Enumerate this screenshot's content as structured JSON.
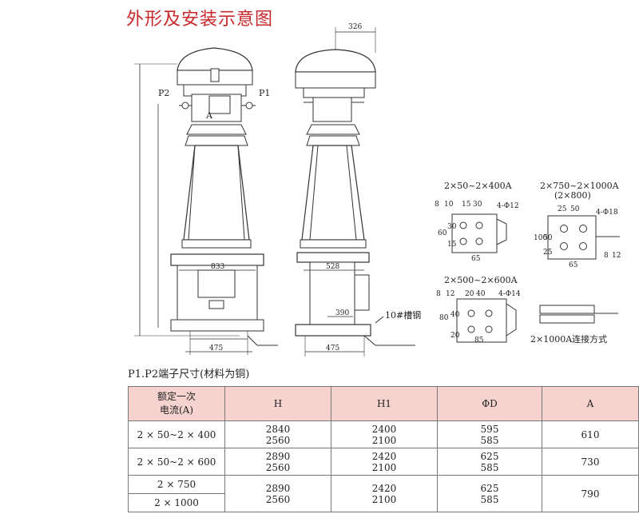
{
  "title": "外形及安装示意图",
  "drawing": {
    "front_labels": {
      "p2": "P2",
      "p1": "P1",
      "a": "A"
    },
    "dims": {
      "w326": "326",
      "w833": "833",
      "w528": "528",
      "w390": "390",
      "w475a": "475",
      "w475b": "475"
    },
    "channel_label": "10#槽钢",
    "term1": {
      "title": "2×50~2×400A",
      "d": [
        "8",
        "10",
        "15",
        "30",
        "60",
        "30",
        "15",
        "65"
      ],
      "hole": "4-Φ12"
    },
    "term2": {
      "title": "2×750~2×1000A",
      "sub": "(2×800)",
      "d": [
        "25",
        "50",
        "100",
        "50",
        "25",
        "65",
        "8",
        "12"
      ],
      "hole": "4-Φ18"
    },
    "term3": {
      "title": "2×500~2×600A",
      "d": [
        "8",
        "12",
        "20",
        "40",
        "80",
        "40",
        "20",
        "85"
      ],
      "hole": "4-Φ14"
    },
    "connect_label": "2×1000A连接方式"
  },
  "table": {
    "caption": "P1.P2端子尺寸(材料为铜)",
    "headers": {
      "rated_line1": "额定一次",
      "rated_line2": "电流(A)",
      "h": "H",
      "h1": "H1",
      "d": "ΦD",
      "a": "A"
    },
    "rows": [
      {
        "rated": "2 × 50~2 × 400",
        "h": [
          "2840",
          "2560"
        ],
        "h1": [
          "2400",
          "2100"
        ],
        "d": [
          "595",
          "585"
        ],
        "a": "610"
      },
      {
        "rated": "2 × 50~2 × 600",
        "h": [
          "2890",
          "2560"
        ],
        "h1": [
          "2420",
          "2100"
        ],
        "d": [
          "625",
          "585"
        ],
        "a": "730"
      },
      {
        "rated": [
          "2 × 750",
          "2 × 1000"
        ],
        "h": [
          "2890",
          "2560"
        ],
        "h1": [
          "2420",
          "2100"
        ],
        "d": [
          "625",
          "585"
        ],
        "a": "790"
      }
    ]
  }
}
